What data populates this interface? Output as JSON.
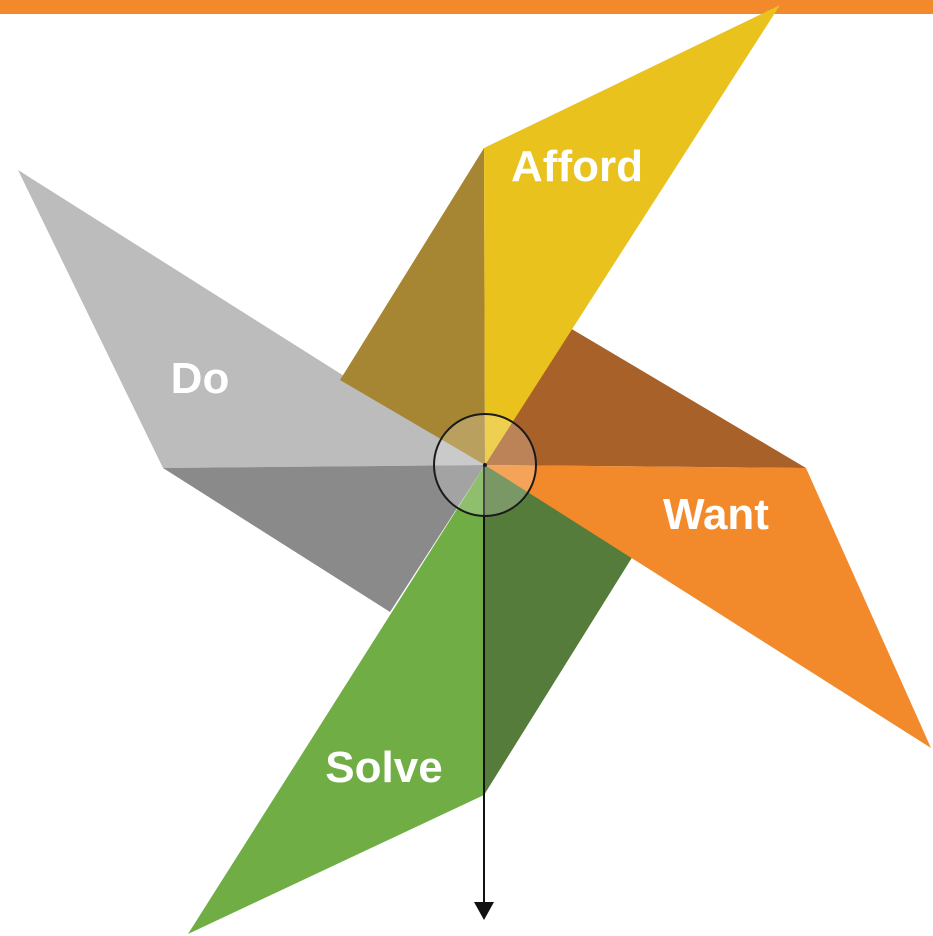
{
  "colors": {
    "top_bar": "#F28A2B",
    "afford_light": "#E9C21E",
    "afford_dark": "#A68632",
    "want_light": "#F28A2B",
    "want_dark": "#A9612A",
    "solve_light": "#70AE45",
    "solve_dark": "#557C3A",
    "do_light": "#BCBCBC",
    "do_dark": "#8A8A8A",
    "hub_stroke": "#1a1a1a",
    "axis": "#111111"
  },
  "blades": {
    "afford": {
      "label": "Afford"
    },
    "want": {
      "label": "Want"
    },
    "solve": {
      "label": "Solve"
    },
    "do": {
      "label": "Do"
    }
  }
}
